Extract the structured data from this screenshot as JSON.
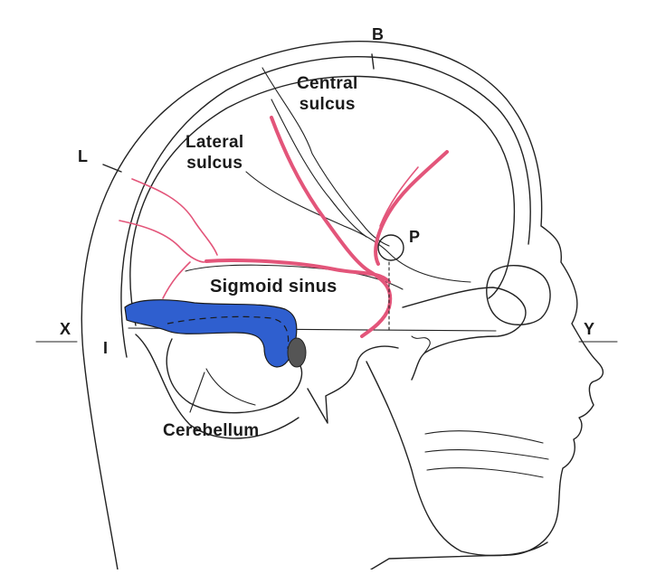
{
  "labels": {
    "B": "B",
    "L": "L",
    "P": "P",
    "X": "X",
    "Y": "Y",
    "I": "I",
    "central_sulcus": [
      "Central",
      "sulcus"
    ],
    "lateral_sulcus": [
      "Lateral",
      "sulcus"
    ],
    "sigmoid_sinus": "Sigmoid sinus",
    "cerebellum": "Cerebellum"
  },
  "colors": {
    "sinus": "#2f5fcf",
    "vessels": "#e3557a",
    "line": "#222222"
  }
}
